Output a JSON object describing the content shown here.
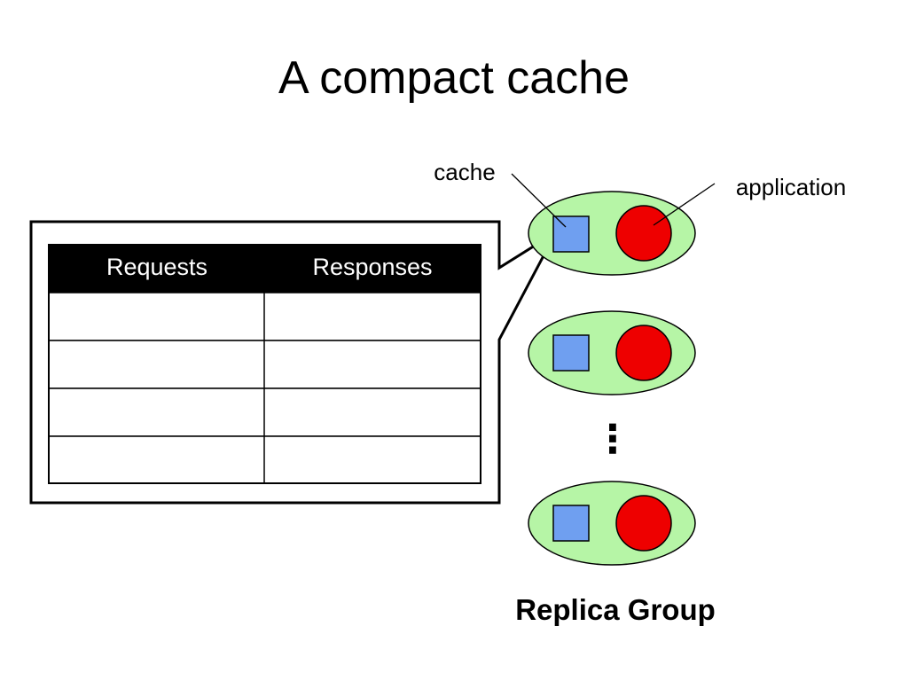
{
  "slide": {
    "title": "A compact cache"
  },
  "table": {
    "headers": [
      "Requests",
      "Responses"
    ],
    "rows": [
      [
        "",
        ""
      ],
      [
        "",
        ""
      ],
      [
        "",
        ""
      ],
      [
        "",
        ""
      ]
    ]
  },
  "labels": {
    "cache": "cache",
    "application": "application",
    "group": "Replica Group",
    "ellipsis": "⋮"
  },
  "colors": {
    "replica_fill": "#b6f5a6",
    "cache_fill": "#6f9ff0",
    "app_fill": "#ee0000",
    "header_fill": "#000000"
  }
}
